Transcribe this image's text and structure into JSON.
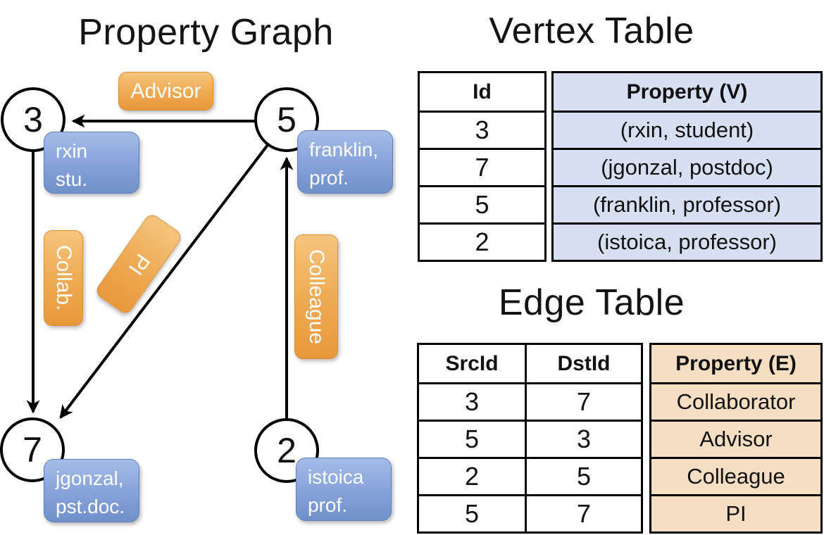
{
  "titles": {
    "property_graph": "Property Graph",
    "vertex_table": "Vertex Table",
    "edge_table": "Edge Table"
  },
  "colors": {
    "vertex_cell_fill": "#d6e0f2",
    "edge_cell_fill": "#f6dec3",
    "node_card_blue": "#7f9dd5",
    "edge_chip_orange": "#eda44c",
    "line_black": "#000000"
  },
  "graph": {
    "nodes": [
      {
        "id": "3",
        "line1": "rxin",
        "line2": "stu."
      },
      {
        "id": "5",
        "line1": "franklin,",
        "line2": "prof."
      },
      {
        "id": "7",
        "line1": "jgonzal,",
        "line2": "pst.doc."
      },
      {
        "id": "2",
        "line1": "istoica",
        "line2": "prof."
      }
    ],
    "edges": [
      {
        "src": "5",
        "dst": "3",
        "label": "Advisor"
      },
      {
        "src": "3",
        "dst": "7",
        "label": "Collab."
      },
      {
        "src": "5",
        "dst": "7",
        "label": "PI"
      },
      {
        "src": "2",
        "dst": "5",
        "label": "Colleague"
      }
    ]
  },
  "vertex_table": {
    "headers": [
      "Id",
      "Property (V)"
    ],
    "rows": [
      [
        "3",
        "(rxin, student)"
      ],
      [
        "7",
        "(jgonzal, postdoc)"
      ],
      [
        "5",
        "(franklin, professor)"
      ],
      [
        "2",
        "(istoica, professor)"
      ]
    ]
  },
  "edge_table": {
    "headers": [
      "SrcId",
      "DstId",
      "Property (E)"
    ],
    "rows": [
      [
        "3",
        "7",
        "Collaborator"
      ],
      [
        "5",
        "3",
        "Advisor"
      ],
      [
        "2",
        "5",
        "Colleague"
      ],
      [
        "5",
        "7",
        "PI"
      ]
    ]
  }
}
